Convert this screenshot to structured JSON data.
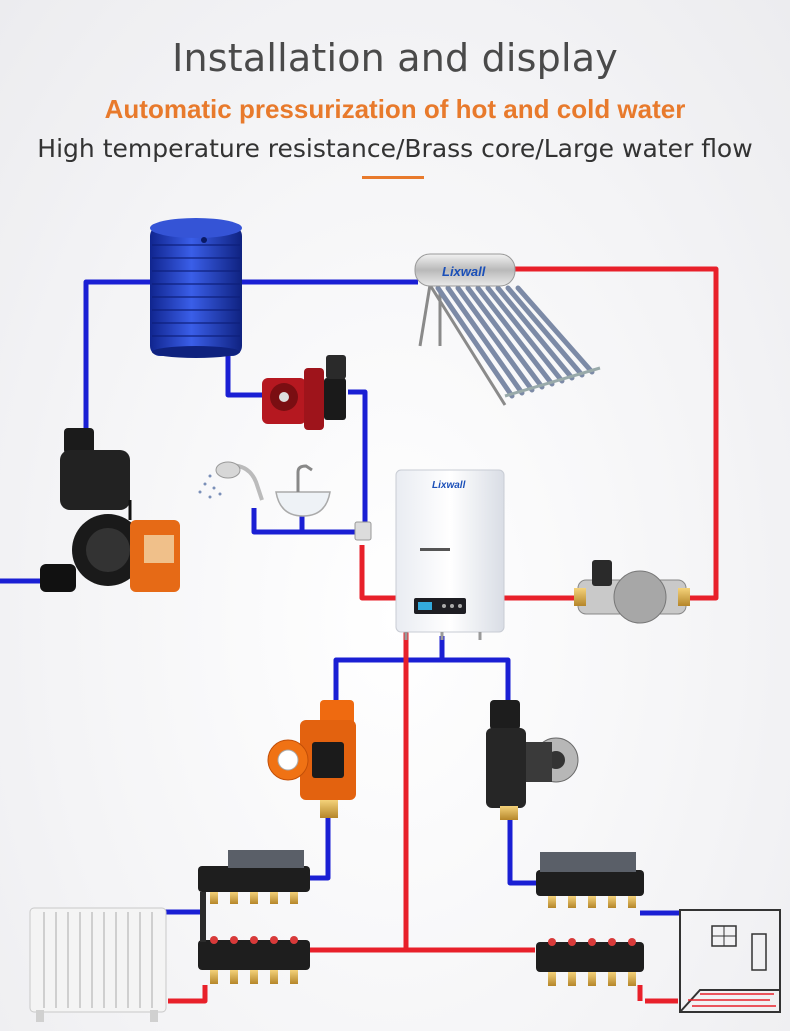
{
  "header": {
    "title": "Installation and display",
    "subtitle": "Automatic pressurization of hot and cold water",
    "tagline": "High temperature resistance/Brass core/Large water flow"
  },
  "brand": {
    "solar_heater": "Lixwall",
    "boiler": "Lixwall"
  },
  "colors": {
    "hot_pipe": "#e8202a",
    "cold_pipe": "#1a1fd4",
    "accent": "#e87a2c",
    "tank": "#1f3fb8"
  }
}
